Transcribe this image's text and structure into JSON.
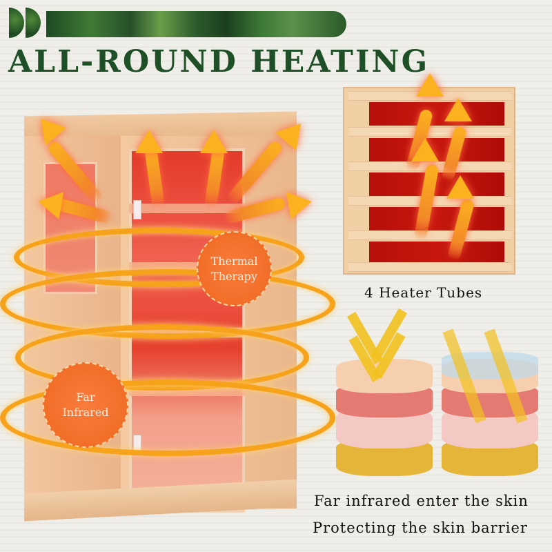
{
  "header": {
    "title": "ALL-ROUND HEATING",
    "banner_image": "forest-canopy-banner",
    "logo_icon": "double-half-circle-leaf-logo"
  },
  "colors": {
    "title_green": "#1f4f26",
    "ring_orange": "#f7a21b",
    "badge_orange": "#f26e28",
    "heater_red": "#b70f0a",
    "wood": "#f1cfa4",
    "background": "#eeede8"
  },
  "sauna": {
    "badges": [
      {
        "line1": "Thermal",
        "line2": "Therapy"
      },
      {
        "line1": "Far",
        "line2": "Infrared"
      }
    ],
    "heat_arrows_count": 6,
    "heat_rings_count": 4
  },
  "heater_panel": {
    "caption": "4 Heater Tubes",
    "tubes": 4
  },
  "skin_diagrams": {
    "caption_line1": "Far infrared enter the skin",
    "caption_line2": "Protecting the skin barrier",
    "items": [
      {
        "name": "skin-penetration",
        "rays": "reflected-yellow-arrows"
      },
      {
        "name": "skin-barrier-protection",
        "rays": "penetrating-yellow-beams"
      }
    ]
  }
}
